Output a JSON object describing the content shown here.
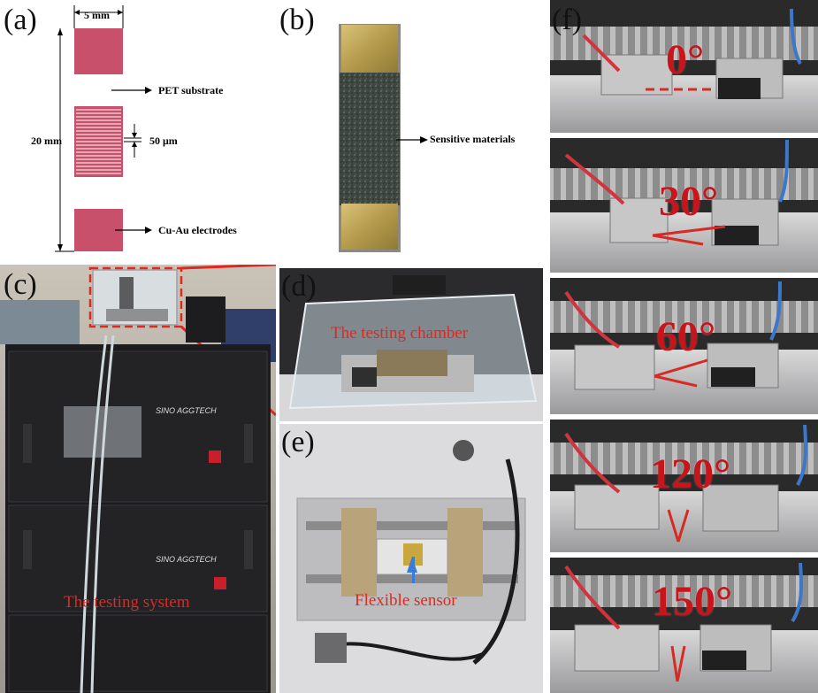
{
  "panel_labels": {
    "a": "(a)",
    "b": "(b)",
    "c": "(c)",
    "d": "(d)",
    "e": "(e)",
    "f": "(f)"
  },
  "panel_a": {
    "width_label": "5 mm",
    "height_label": "20 mm",
    "gap_label": "50 μm",
    "pet_label": "PET substrate",
    "electrode_label": "Cu-Au electrodes"
  },
  "panel_b": {
    "sensitive_label": "Sensitive materials"
  },
  "panel_c": {
    "system_label": "The testing system",
    "brand_1": "SINO AGGTECH",
    "brand_2": "SINO AGGTECH"
  },
  "panel_d": {
    "chamber_label": "The testing chamber"
  },
  "panel_e": {
    "sensor_label": "Flexible sensor"
  },
  "panel_f": {
    "angles": [
      "0°",
      "30°",
      "60°",
      "120°",
      "150°"
    ]
  },
  "colors": {
    "electrode": "#c8506a",
    "annotation_red": "#e0281f",
    "angle_red": "#c8141b",
    "cabinet": "#1c1c1e"
  }
}
